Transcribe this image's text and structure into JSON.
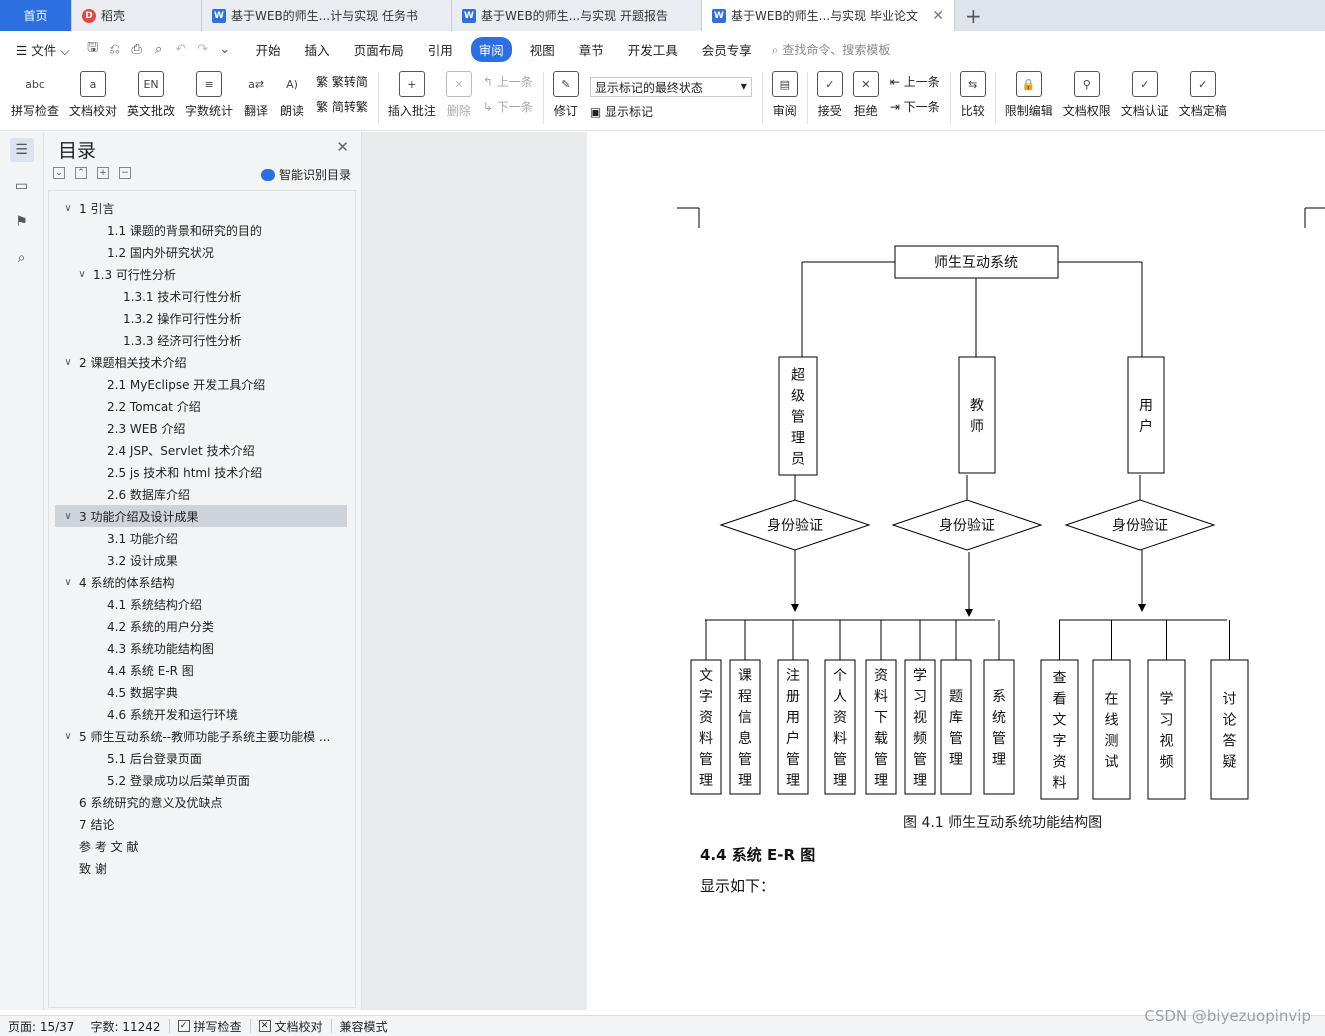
{
  "tabs": {
    "home": "首页",
    "daoke": "稻壳",
    "doc1": "基于WEB的师生...计与实现 任务书",
    "doc2": "基于WEB的师生...与实现 开题报告",
    "doc3": "基于WEB的师生...与实现 毕业论文"
  },
  "menubar": {
    "file": "文件",
    "items": [
      "开始",
      "插入",
      "页面布局",
      "引用",
      "审阅",
      "视图",
      "章节",
      "开发工具",
      "会员专享"
    ],
    "search_placeholder": "查找命令、搜索模板"
  },
  "ribbon": {
    "spell": "拼写检查",
    "proof": "文档校对",
    "en_review": "英文批改",
    "wordcount": "字数统计",
    "translate": "翻译",
    "read": "朗读",
    "trad": "繁转简",
    "simp": "简转繁",
    "insert_comment": "插入批注",
    "delete": "删除",
    "prev_comment": "上一条",
    "next_comment": "下一条",
    "revise": "修订",
    "markup_state": "显示标记的最终状态",
    "show_markup": "显示标记",
    "review": "审阅",
    "accept": "接受",
    "reject": "拒绝",
    "prev": "上一条",
    "next": "下一条",
    "compare": "比较",
    "restrict": "限制编辑",
    "permission": "文档权限",
    "cert": "文档认证",
    "finalize": "文档定稿"
  },
  "toc": {
    "title": "目录",
    "smart": "智能识别目录",
    "items": [
      {
        "text": "1    引言",
        "level": 0,
        "arrow": "∨"
      },
      {
        "text": "1.1    课题的背景和研究的目的",
        "level": 1,
        "arrow": ""
      },
      {
        "text": "1.2    国内外研究状况",
        "level": 1,
        "arrow": ""
      },
      {
        "text": "1.3    可行性分析",
        "level": 1,
        "arrow": "∨"
      },
      {
        "text": "1.3.1    技术可行性分析",
        "level": 2,
        "arrow": ""
      },
      {
        "text": "1.3.2    操作可行性分析",
        "level": 2,
        "arrow": ""
      },
      {
        "text": "1.3.3    经济可行性分析",
        "level": 2,
        "arrow": ""
      },
      {
        "text": "2    课题相关技术介绍",
        "level": 0,
        "arrow": "∨"
      },
      {
        "text": "2.1    MyEclipse 开发工具介绍",
        "level": 1,
        "arrow": ""
      },
      {
        "text": "2.2    Tomcat 介绍",
        "level": 1,
        "arrow": ""
      },
      {
        "text": "2.3    WEB 介绍",
        "level": 1,
        "arrow": ""
      },
      {
        "text": "2.4    JSP、Servlet 技术介绍",
        "level": 1,
        "arrow": ""
      },
      {
        "text": "2.5    js 技术和 html 技术介绍",
        "level": 1,
        "arrow": ""
      },
      {
        "text": "2.6    数据库介绍",
        "level": 1,
        "arrow": ""
      },
      {
        "text": "3    功能介绍及设计成果",
        "level": 0,
        "arrow": "∨",
        "selected": true
      },
      {
        "text": "3.1    功能介绍",
        "level": 1,
        "arrow": ""
      },
      {
        "text": "3.2    设计成果",
        "level": 1,
        "arrow": ""
      },
      {
        "text": "4    系统的体系结构",
        "level": 0,
        "arrow": "∨"
      },
      {
        "text": "4.1    系统结构介绍",
        "level": 1,
        "arrow": ""
      },
      {
        "text": "4.2    系统的用户分类",
        "level": 1,
        "arrow": ""
      },
      {
        "text": "4.3    系统功能结构图",
        "level": 1,
        "arrow": ""
      },
      {
        "text": "4.4    系统 E-R 图",
        "level": 1,
        "arrow": ""
      },
      {
        "text": "4.5    数据字典",
        "level": 1,
        "arrow": ""
      },
      {
        "text": "4.6    系统开发和运行环境",
        "level": 1,
        "arrow": ""
      },
      {
        "text": "5    师生互动系统--教师功能子系统主要功能模 ...",
        "level": 0,
        "arrow": "∨"
      },
      {
        "text": "5.1    后台登录页面",
        "level": 1,
        "arrow": ""
      },
      {
        "text": "5.2    登录成功以后菜单页面",
        "level": 1,
        "arrow": ""
      },
      {
        "text": "6    系统研究的意义及优缺点",
        "level": 0,
        "arrow": " "
      },
      {
        "text": "7    结论",
        "level": 0,
        "arrow": " "
      },
      {
        "text": "参 考 文 献",
        "level": 0,
        "arrow": " "
      },
      {
        "text": "致    谢",
        "level": 0,
        "arrow": " "
      }
    ]
  },
  "diagram": {
    "root": "师生互动系统",
    "roles": [
      "超级管理员",
      "教师",
      "用户"
    ],
    "verify": "身份验证",
    "functions_admin": [
      "文字资料管理",
      "课程信息管理",
      "注册用户管理",
      "个人资料管理",
      "资料下载管理",
      "学习视频管理",
      "题库管理",
      "系统管理"
    ],
    "functions_user": [
      "查看文字资料",
      "在线测试",
      "学习视频",
      "讨论答疑"
    ]
  },
  "document": {
    "caption": "图 4.1 师生互动系统功能结构图",
    "section_title": "4.4    系统 E-R 图",
    "body": "显示如下："
  },
  "statusbar": {
    "page": "页面: 15/37",
    "words": "字数: 11242",
    "spell": "拼写检查",
    "proof": "文档校对",
    "compat": "兼容模式"
  },
  "watermark": "CSDN @biyezuopinvip"
}
